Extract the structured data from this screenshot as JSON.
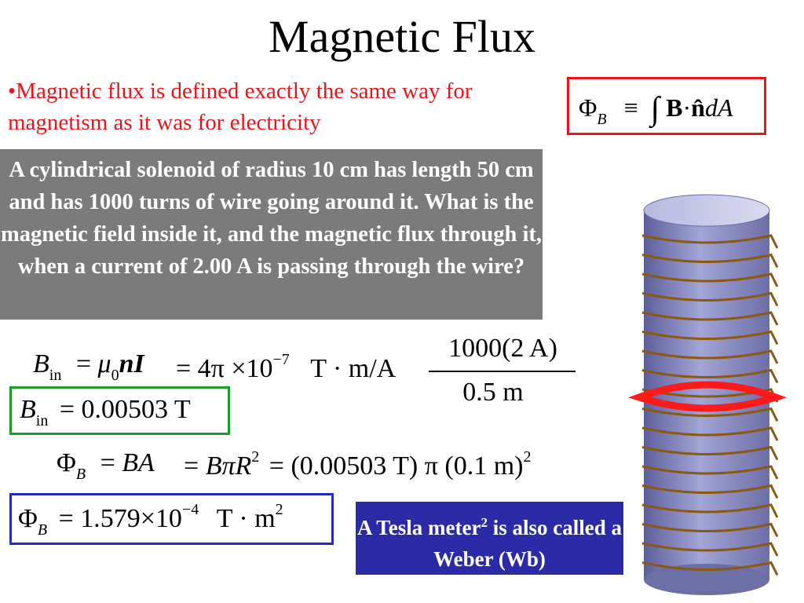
{
  "slide": {
    "title": "Magnetic Flux",
    "intro_bullet": "•",
    "intro_text": "Magnetic flux is defined exactly the same way for magnetism as it was for electricity",
    "problem_text": "A cylindrical solenoid of radius 10 cm has length 50 cm and has 1000 turns of wire going around it.  What is the magnetic field inside it, and the magnetic flux through it, when a current of 2.00 A is passing through the wire?",
    "note_prefix": "A Tesla meter",
    "note_sup": "2",
    "note_suffix": " is also called a Weber (Wb)"
  },
  "definition": {
    "phi": "Φ",
    "sub_b": "B",
    "equiv": "≡",
    "integral": "∫",
    "b_vec": "B",
    "dot": "·",
    "n_hat": "n̂",
    "dA": "dA"
  },
  "equation_field": {
    "b": "B",
    "sub_in": "in",
    "eq1": "=",
    "mu": "μ",
    "sub_0": "0",
    "nI": "nI",
    "eq2": "= 4π ×10",
    "exp_neg7": "−7",
    "units": "T · m/A",
    "numerator": "1000(2 A)",
    "denominator": "0.5 m"
  },
  "answer_field": {
    "b": "B",
    "sub_in": "in",
    "value": "= 0.00503 T"
  },
  "equation_flux": {
    "phi": "Φ",
    "sub_b": "B",
    "eq1": "=",
    "ba": "BA",
    "eq2": "=",
    "bpir": "BπR",
    "sq": "2",
    "eq3": "=",
    "rest": "(0.00503 T) π (0.1 m)",
    "sq2": "2"
  },
  "answer_flux": {
    "phi": "Φ",
    "sub_b": "B",
    "value": "= 1.579×10",
    "exp": "−4",
    "units": "T · m",
    "sq": "2"
  },
  "colors": {
    "red": "#e8161b",
    "green": "#1b9d27",
    "blue_box": "#2a2ab8",
    "gray_panel": "#7b7b7b",
    "note_bg": "#2b2ba8",
    "coil": "#8a5a14",
    "cylinder": "#8f90c8"
  },
  "figure": {
    "name": "solenoid with wire coils and highlighted red loop",
    "coil_turns": 18,
    "highlighted_loop": "red"
  }
}
